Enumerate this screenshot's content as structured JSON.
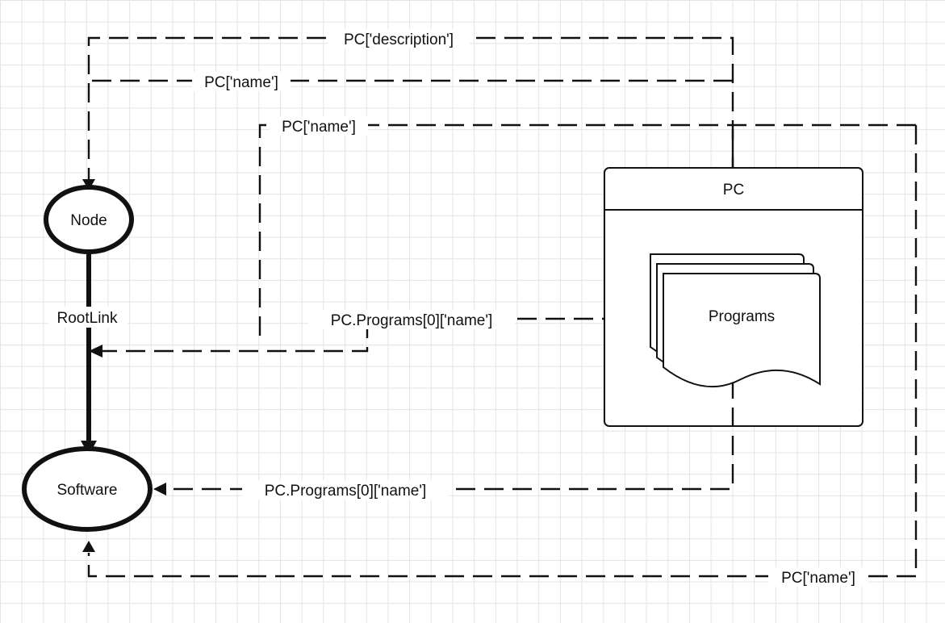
{
  "nodes": {
    "node": "Node",
    "software": "Software",
    "pc": "PC",
    "programs": "Programs"
  },
  "edges": {
    "root_link": "RootLink",
    "pc_description": "PC['description']",
    "pc_name_top": "PC['name']",
    "pc_name_middle": "PC['name']",
    "pc_programs_name_upper": "PC.Programs[0]['name']",
    "pc_programs_name_lower": "PC.Programs[0]['name']",
    "pc_name_bottom": "PC['name']"
  }
}
